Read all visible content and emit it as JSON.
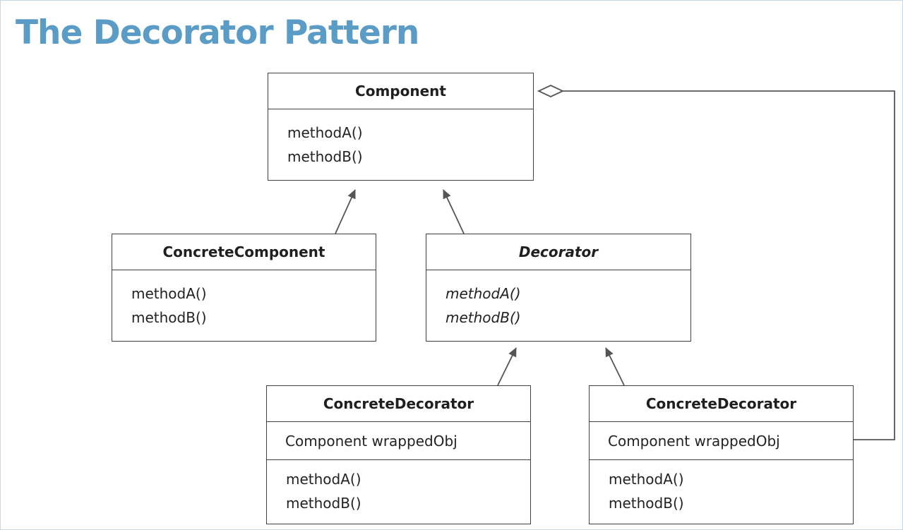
{
  "slide": {
    "title": "The Decorator Pattern"
  },
  "classes": {
    "component": {
      "name": "Component",
      "methods": [
        "methodA()",
        "methodB()"
      ]
    },
    "concrete_component": {
      "name": "ConcreteComponent",
      "methods": [
        "methodA()",
        "methodB()"
      ]
    },
    "decorator": {
      "name": "Decorator",
      "abstract": true,
      "methods": [
        "methodA()",
        "methodB()"
      ]
    },
    "concrete_decorator_1": {
      "name": "ConcreteDecorator",
      "attributes": [
        "Component wrappedObj"
      ],
      "methods": [
        "methodA()",
        "methodB()"
      ]
    },
    "concrete_decorator_2": {
      "name": "ConcreteDecorator",
      "attributes": [
        "Component wrappedObj"
      ],
      "methods": [
        "methodA()",
        "methodB()"
      ]
    }
  },
  "relations": [
    {
      "type": "inheritance",
      "from": "ConcreteComponent",
      "to": "Component"
    },
    {
      "type": "inheritance",
      "from": "Decorator",
      "to": "Component"
    },
    {
      "type": "inheritance",
      "from": "ConcreteDecorator",
      "to": "Decorator"
    },
    {
      "type": "inheritance",
      "from": "ConcreteDecorator",
      "to": "Decorator"
    },
    {
      "type": "aggregation",
      "from": "ConcreteDecorator",
      "to": "Component"
    }
  ],
  "colors": {
    "title": "#5b9cc7",
    "lines": "#555555",
    "border": "#404040",
    "frame": "#c9d7e3"
  }
}
